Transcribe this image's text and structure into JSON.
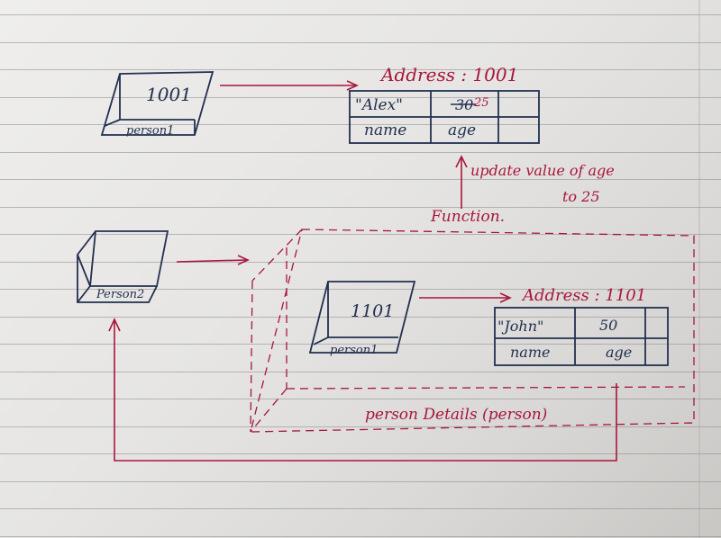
{
  "diagram": {
    "top": {
      "box_address": "1001",
      "box_label": "person1",
      "address_heading": "Address : 1001",
      "value_name": "\"Alex\"",
      "value_age_old": "30",
      "value_age_new": "25",
      "field_name": "name",
      "field_age": "age",
      "update_note_line1": "update value of age",
      "update_note_line2": "to 25",
      "function_label": "Function."
    },
    "bottom": {
      "outer_box_label": "Person2",
      "inner_box_address": "1101",
      "inner_box_label": "person1",
      "address_heading": "Address : 1101",
      "value_name": "\"John\"",
      "value_age": "50",
      "field_name": "name",
      "field_age": "age",
      "function_call": "person Details (person)"
    },
    "colors": {
      "red_ink": "#a8163c",
      "blue_ink": "#22304f",
      "paper": "#e9e8e6"
    }
  }
}
